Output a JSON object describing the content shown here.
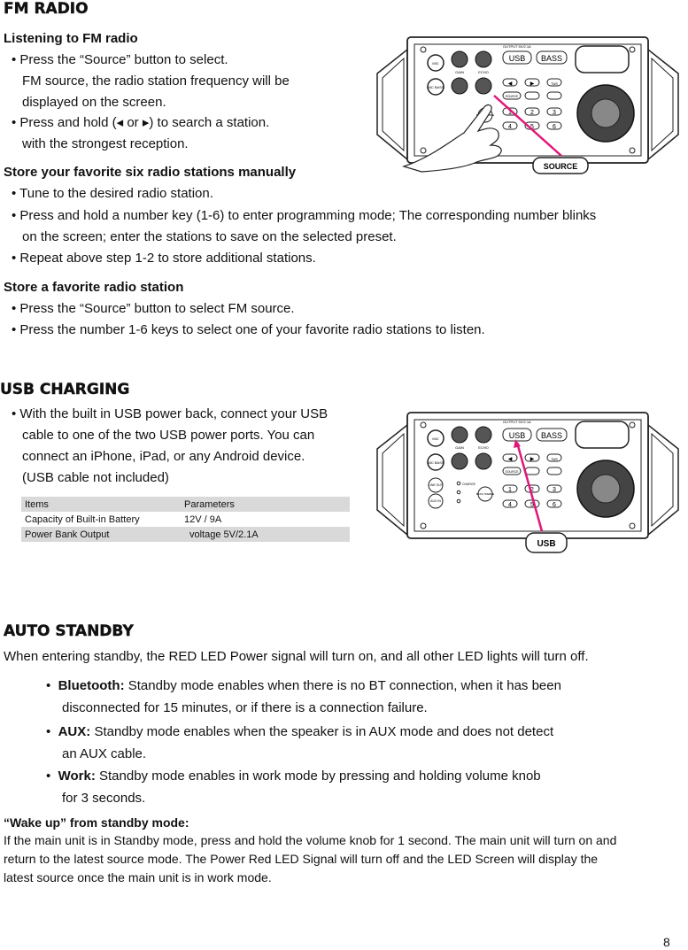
{
  "fm": {
    "title": "FM RADIO",
    "listening_title": "Listening to FM radio",
    "listening_lines": [
      "• Press the “Source” button to select.",
      "FM source, the radio station frequency will be",
      "displayed on the screen.",
      "• Press and hold (◂ or ▸) to search a station.",
      "with the strongest reception."
    ],
    "store_manual_title": "Store your favorite six radio stations manually",
    "store_manual_lines": [
      "• Tune to the desired radio station.",
      "• Press and hold a number key (1-6) to enter programming mode; The corresponding number blinks",
      "on the screen;  enter the stations to save on the selected preset.",
      "• Repeat above step 1-2 to store additional stations."
    ],
    "store_fav_title": "Store a favorite radio station",
    "store_fav_lines": [
      "• Press the “Source” button to select FM source.",
      "• Press the number 1-6 keys to select one of your favorite radio stations to listen."
    ],
    "device_callout": "SOURCE"
  },
  "usb": {
    "title": "USB CHARGING",
    "lines": [
      "• With the built in USB power back, connect your USB",
      "cable to one of the two USB power ports. You can",
      "connect an iPhone, iPad, or any Android device.",
      "(USB cable not included)"
    ],
    "table": {
      "headers": [
        "Items",
        "Parameters"
      ],
      "rows": [
        [
          "Capacity of Built-in Battery",
          "12V / 9A"
        ],
        [
          "Power Bank Output",
          "voltage 5V/2.1A"
        ]
      ]
    },
    "device_callout": "USB"
  },
  "standby": {
    "title": "AUTO STANDBY",
    "intro": "When entering standby, the RED LED Power signal will turn on, and all other LED lights will turn off.",
    "bullets": [
      {
        "label": "Bluetooth:",
        "line1": "Standby mode enables when there is no BT connection, when it has been",
        "line2": "disconnected for 15 minutes, or if there is a connection failure."
      },
      {
        "label": "AUX:",
        "line1": "Standby mode enables when the speaker is in AUX mode and does not detect",
        "line2": "an AUX cable."
      },
      {
        "label": "Work:",
        "line1": "Standby mode enables in work mode by pressing and holding volume knob",
        "line2": "for 3 seconds."
      }
    ],
    "wake_title": "“Wake up” from standby mode:",
    "wake_lines": [
      "If the main unit is in Standby mode, press and hold the volume knob for 1 second. The main unit will turn on and",
      "return to the latest source mode. The Power Red LED Signal will turn off and the LED Screen will display the",
      "latest source once the main unit is in work mode."
    ]
  },
  "device": {
    "output_label": "OUTPUT 5V/2.1A",
    "usb_label": "USB",
    "bass_label": "BASS",
    "mic": "MIC",
    "mic_bass": "MIC BASS",
    "gain": "GAIN",
    "echo": "ECHO",
    "source": "SOURCE",
    "tws": "TWS",
    "bass_treble": "BASS TREBLE",
    "line_out": "LINE OUT",
    "aux_in": "AUX IN",
    "charge": "CHARGE",
    "prev": "◀",
    "next": "▶",
    "nums": [
      "1",
      "2",
      "3",
      "4",
      "5",
      "6"
    ]
  },
  "page_number": "8"
}
